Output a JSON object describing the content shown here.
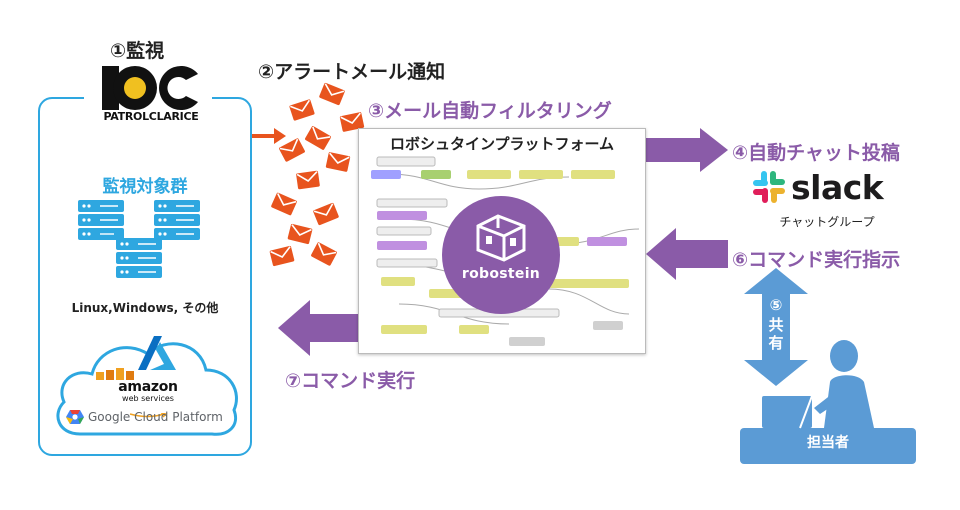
{
  "steps": {
    "s1": "①監視",
    "s2": "②アラートメール通知",
    "s3": "③メール自動フィルタリング",
    "s4": "④自動チャット投稿",
    "s5_num": "⑤",
    "s5_label": "共有",
    "s6": "⑥コマンド実行指示",
    "s7": "⑦コマンド実行"
  },
  "patrol_logo": {
    "text": "PATROLCLARICE"
  },
  "monitored": {
    "title": "監視対象群",
    "os": "Linux,Windows, その他",
    "clouds": {
      "aws_main": "amazon",
      "aws_sub": "web services",
      "gcp": "Google Cloud Platform"
    }
  },
  "robostein": {
    "screen_title": "ロボシュタインプラットフォーム",
    "logo_text": "robostein"
  },
  "slack": {
    "word": "slack",
    "sub": "チャットグループ"
  },
  "person": {
    "label": "担当者"
  },
  "colors": {
    "accent_blue": "#2ea7e0",
    "accent_purple": "#8a5ba8",
    "mail_orange": "#e8541e",
    "person_blue": "#5b9bd5"
  },
  "icons": [
    "server-icon",
    "mail-icon",
    "azure-icon",
    "cloud-icon",
    "slack-logo-icon",
    "person-icon"
  ]
}
